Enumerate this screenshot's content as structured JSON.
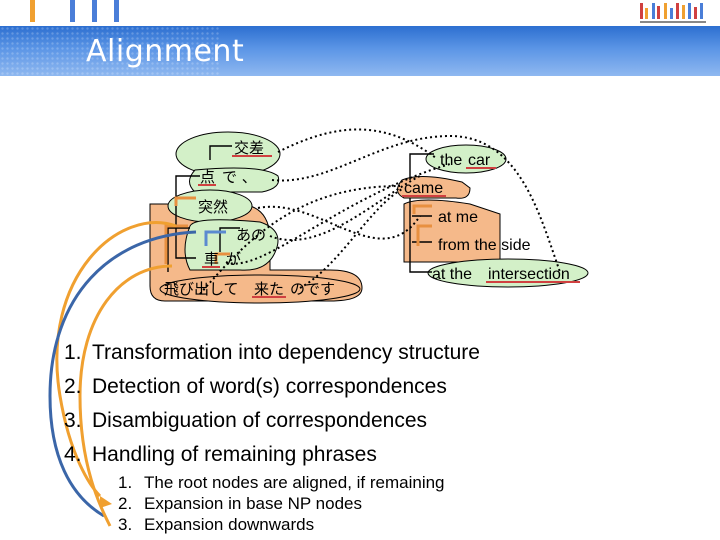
{
  "slide": {
    "title": "Alignment"
  },
  "diagram": {
    "japanese": {
      "w1": "交差",
      "w2a": "点",
      "w2b": "で 、",
      "w3": "突然",
      "w4": "あの",
      "w5a": "車",
      "w5b": "が",
      "w6a": "飛び出して",
      "w6b": "来た",
      "w6c": "のです"
    },
    "english": {
      "e1a": "the",
      "e1b": "car",
      "e2": "came",
      "e3": "at me",
      "e4": "from the side",
      "e5a": "at the",
      "e5b": "intersection"
    },
    "colors": {
      "node_fill": "#d3f0c8",
      "node_border": "#000000",
      "root_highlight": "#f5b98a",
      "underline_red": "#d04040",
      "arrow_orange": "#f0a030",
      "arrow_blue": "#3b66a8",
      "highlight_arrow": "#e89040"
    }
  },
  "steps": [
    {
      "num": "1.",
      "text": "Transformation into dependency structure"
    },
    {
      "num": "2.",
      "text": "Detection of word(s) correspondences"
    },
    {
      "num": "3.",
      "text": "Disambiguation of correspondences"
    },
    {
      "num": "4.",
      "text": "Handling of remaining phrases"
    }
  ],
  "substeps": [
    {
      "num": "1.",
      "text": "The root nodes are aligned, if remaining"
    },
    {
      "num": "2.",
      "text": "Expansion in base NP nodes"
    },
    {
      "num": "3.",
      "text": "Expansion downwards"
    }
  ]
}
